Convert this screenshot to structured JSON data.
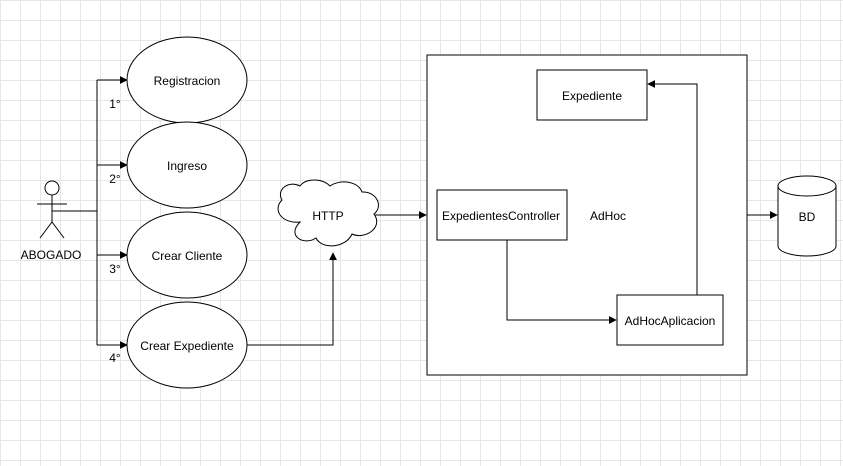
{
  "actor": {
    "label": "ABOGADO"
  },
  "use_cases": [
    {
      "label": "Registracion",
      "order": "1°"
    },
    {
      "label": "Ingreso",
      "order": "2°"
    },
    {
      "label": "Crear Cliente",
      "order": "3°"
    },
    {
      "label": "Crear Expediente",
      "order": "4°"
    }
  ],
  "cloud": {
    "label": "HTTP"
  },
  "system": {
    "label": "AdHoc",
    "components": {
      "expediente": "Expediente",
      "controller": "ExpedientesController",
      "aplicacion": "AdHocAplicacion"
    }
  },
  "database": {
    "label": "BD"
  }
}
